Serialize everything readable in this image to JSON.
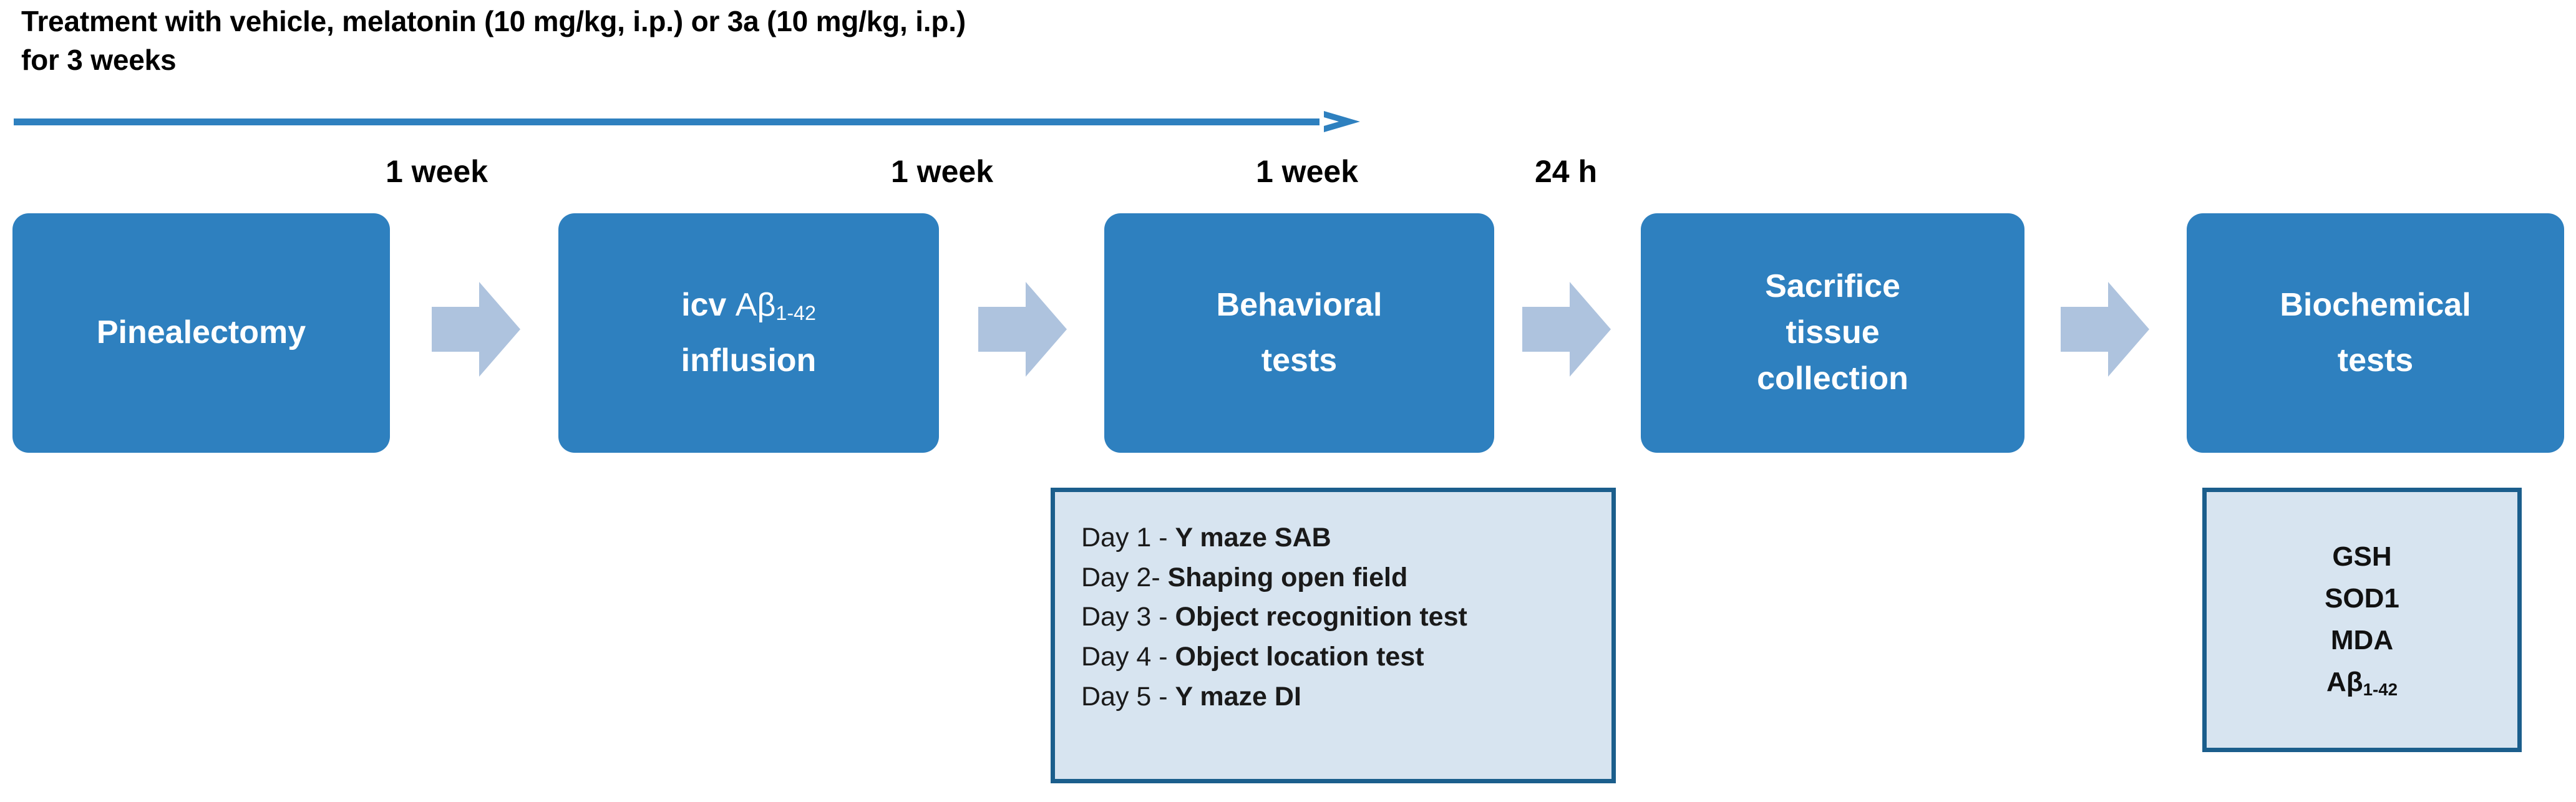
{
  "colors": {
    "stage_box_fill": "#2E80BF",
    "block_arrow_fill": "#AEC3DE",
    "timeline_arrow": "#2E80BF",
    "detail_panel_fill": "#D7E4F0",
    "detail_panel_border": "#1B5E8C",
    "text_dark": "#000000",
    "text_on_box": "#FFFFFF"
  },
  "header": {
    "treatment_caption_line1": "Treatment with vehicle, melatonin (10 mg/kg, i.p.) or 3a (10 mg/kg, i.p.)",
    "treatment_caption_line2": "for 3 weeks"
  },
  "timeline": {
    "arrow_name": "treatment-duration-arrow",
    "intervals": [
      {
        "label": "1 week"
      },
      {
        "label": "1 week"
      },
      {
        "label": "1 week"
      },
      {
        "label": "24 h"
      }
    ]
  },
  "stages": [
    {
      "name": "pinealectomy",
      "line1": "Pinealectomy",
      "line2": ""
    },
    {
      "name": "icv-abeta-infusion",
      "line1_bold": "icv ",
      "line1_reg": "Aβ",
      "line1_sub": "1-42",
      "line2": "influsion"
    },
    {
      "name": "behavioral-tests",
      "line1": "Behavioral",
      "line2": "tests"
    },
    {
      "name": "sacrifice-tissue-collection",
      "line1": "Sacrifice",
      "line2": "tissue",
      "line3": "collection"
    },
    {
      "name": "biochemical-tests",
      "line1": "Biochemical",
      "line2": "tests"
    }
  ],
  "behavioral_detail": {
    "title": "behavioral-test-schedule",
    "rows": [
      {
        "day": "Day 1 - ",
        "test": "Y maze SAB"
      },
      {
        "day": "Day 2- ",
        "test": "Shaping open field"
      },
      {
        "day": "Day 3 - ",
        "test": "Object recognition test"
      },
      {
        "day": "Day 4 - ",
        "test": "Object location test"
      },
      {
        "day": "Day 5 - ",
        "test": "Y maze DI"
      }
    ]
  },
  "biochemical_detail": {
    "title": "biochemical-analytes",
    "analytes": [
      {
        "label": "GSH",
        "sub": ""
      },
      {
        "label": "SOD1",
        "sub": ""
      },
      {
        "label": "MDA",
        "sub": ""
      },
      {
        "label": "Aβ",
        "sub": "1-42"
      }
    ]
  }
}
